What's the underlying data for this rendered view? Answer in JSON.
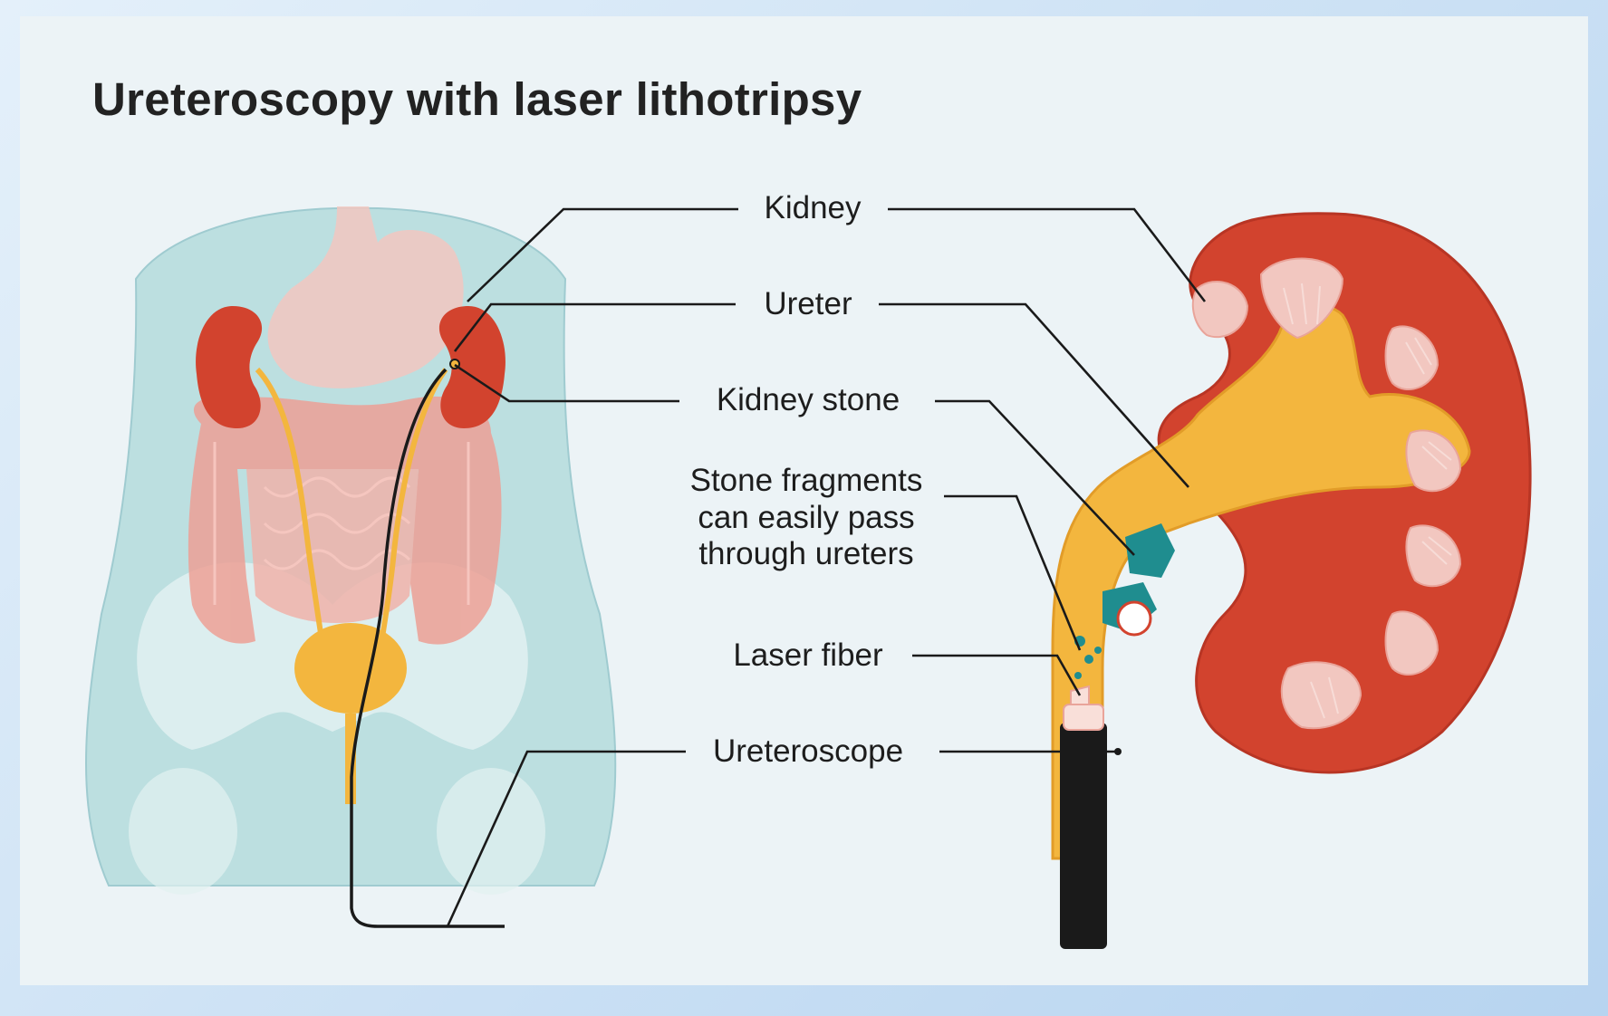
{
  "title": "Ureteroscopy with laser lithotripsy",
  "labels": {
    "kidney": "Kidney",
    "ureter": "Ureter",
    "kidney_stone": "Kidney stone",
    "fragments_line1": "Stone fragments",
    "fragments_line2": "can easily pass",
    "fragments_line3": "through ureters",
    "laser_fiber": "Laser fiber",
    "ureteroscope": "Ureteroscope"
  },
  "colors": {
    "kidney_red": "#d2432e",
    "pelvis_yellow": "#f3b63e",
    "stone_teal": "#1f8d8f",
    "scope_black": "#1a1a1a",
    "torso": "#bcdfe0",
    "intestine": "#ee9d92"
  }
}
